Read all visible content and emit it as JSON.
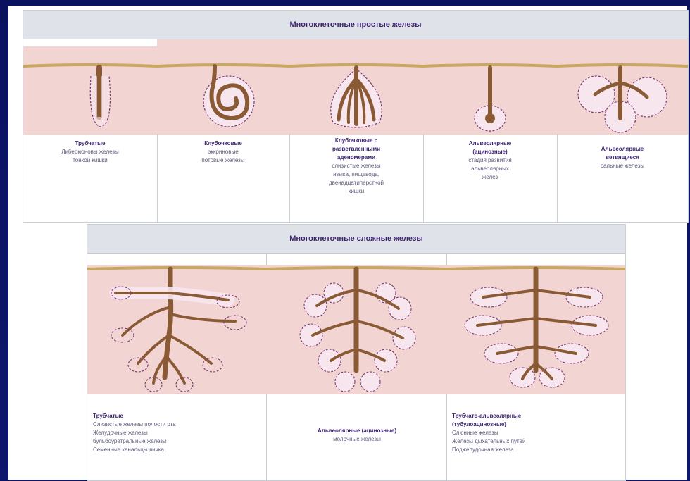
{
  "colors": {
    "slide_background": "#0b1464",
    "header_background": "#dfe2e8",
    "tissue": "#f2d5d3",
    "surface_line": "#c8a860",
    "duct": "#8a5a35",
    "secretory_outline": "#7a3a70",
    "title_text": "#3d2470"
  },
  "top_table": {
    "header": "Многоклеточные простые железы",
    "cells": [
      {
        "title": "Трубчатые",
        "desc": "Либеркюновы железы\nтонкой кишки"
      },
      {
        "title": "Клубочковые",
        "desc": "эккриновые\nпотовые железы"
      },
      {
        "title": "Клубочковые с\nразветвленными\nаденомерами",
        "desc": "слизистые железы\nязыка, пищевода,\nдвенадцатиперстной\nкишки"
      },
      {
        "title": "Альвеолярные\n(ацинозные)",
        "desc": "стадия развития\nальвеолярных\nжелез"
      },
      {
        "title": "Альвеолярные\nветвящиеся",
        "desc": "сальные железы"
      }
    ]
  },
  "bottom_table": {
    "header": "Многоклеточные сложные железы",
    "cells": [
      {
        "title": "Трубчатые",
        "desc": "Слизистые железы полости рта\nЖелудочные железы\nбульбоуретральные железы\nСеменные канальцы яичка"
      },
      {
        "title": "Альвеолярные (ацинозные)",
        "desc": "молочные железы"
      },
      {
        "title": "Трубчато-альвеолярные\n(тубулоацинозные)",
        "desc": "Слюнные железы\nЖелезы дыхательных путей\nПоджелудочная железа"
      }
    ]
  }
}
